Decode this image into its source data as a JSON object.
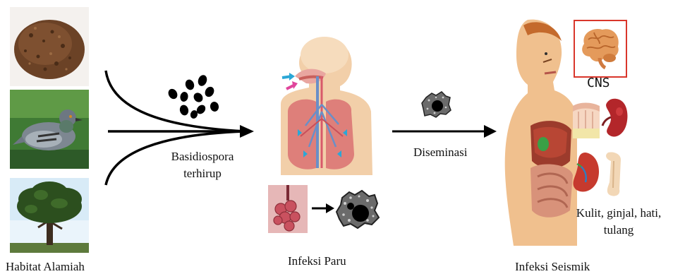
{
  "habitat": {
    "label": "Habitat Alamiah"
  },
  "spores": {
    "label_line1": "Basidiospora",
    "label_line2": "terhirup"
  },
  "lung": {
    "label": "Infeksi Paru"
  },
  "dissemination": {
    "label": "Diseminasi"
  },
  "systemic": {
    "label": "Infeksi Seismik",
    "cns_label": "CNS",
    "organs_line1": "Kulit, ginjal, hati,",
    "organs_line2": "tulang"
  },
  "colors": {
    "arrow": "#000000",
    "cns_frame": "#d9362b",
    "cell_body": "#6b6b6b",
    "cell_nucleus": "#000000"
  }
}
